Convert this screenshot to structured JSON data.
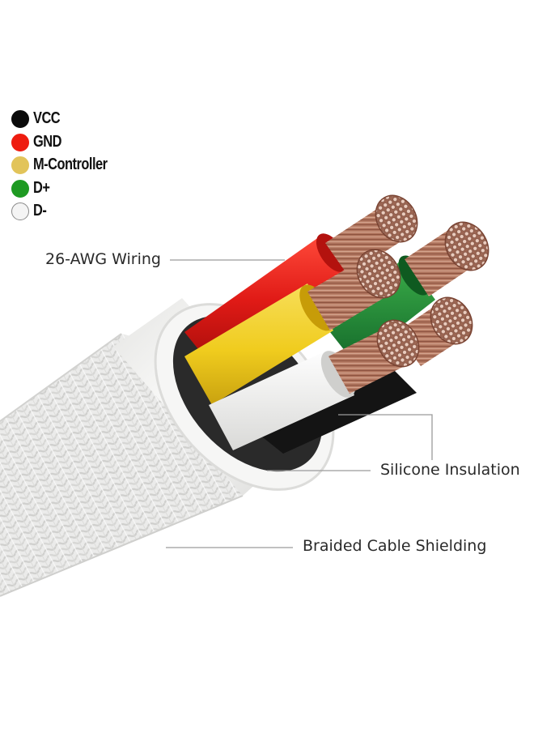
{
  "legend": {
    "items": [
      {
        "label": "VCC",
        "color": "#0a0a0a",
        "border": "#0a0a0a"
      },
      {
        "label": "GND",
        "color": "#ee1c10",
        "border": "#ee1c10"
      },
      {
        "label": "M-Controller",
        "color": "#e2c45a",
        "border": "#e2c45a"
      },
      {
        "label": "D+",
        "color": "#1e9a22",
        "border": "#1e9a22"
      },
      {
        "label": "D-",
        "color": "#f4f4f4",
        "border": "#8a8a8a"
      }
    ]
  },
  "callouts": {
    "wiring": "26-AWG Wiring",
    "insulation": "Silicone Insulation",
    "shielding": "Braided Cable Shielding"
  },
  "colors": {
    "braid": "#ececec",
    "outer_jacket": "#f3f3f1",
    "copper": "#b2745d",
    "red_wire": "#e01a16",
    "yellow_wire": "#f0cf2a",
    "green_wire": "#1e8a2c",
    "white_wire": "#f5f5f3",
    "black_wire": "#151515",
    "leader_line": "#9a9a9a"
  }
}
